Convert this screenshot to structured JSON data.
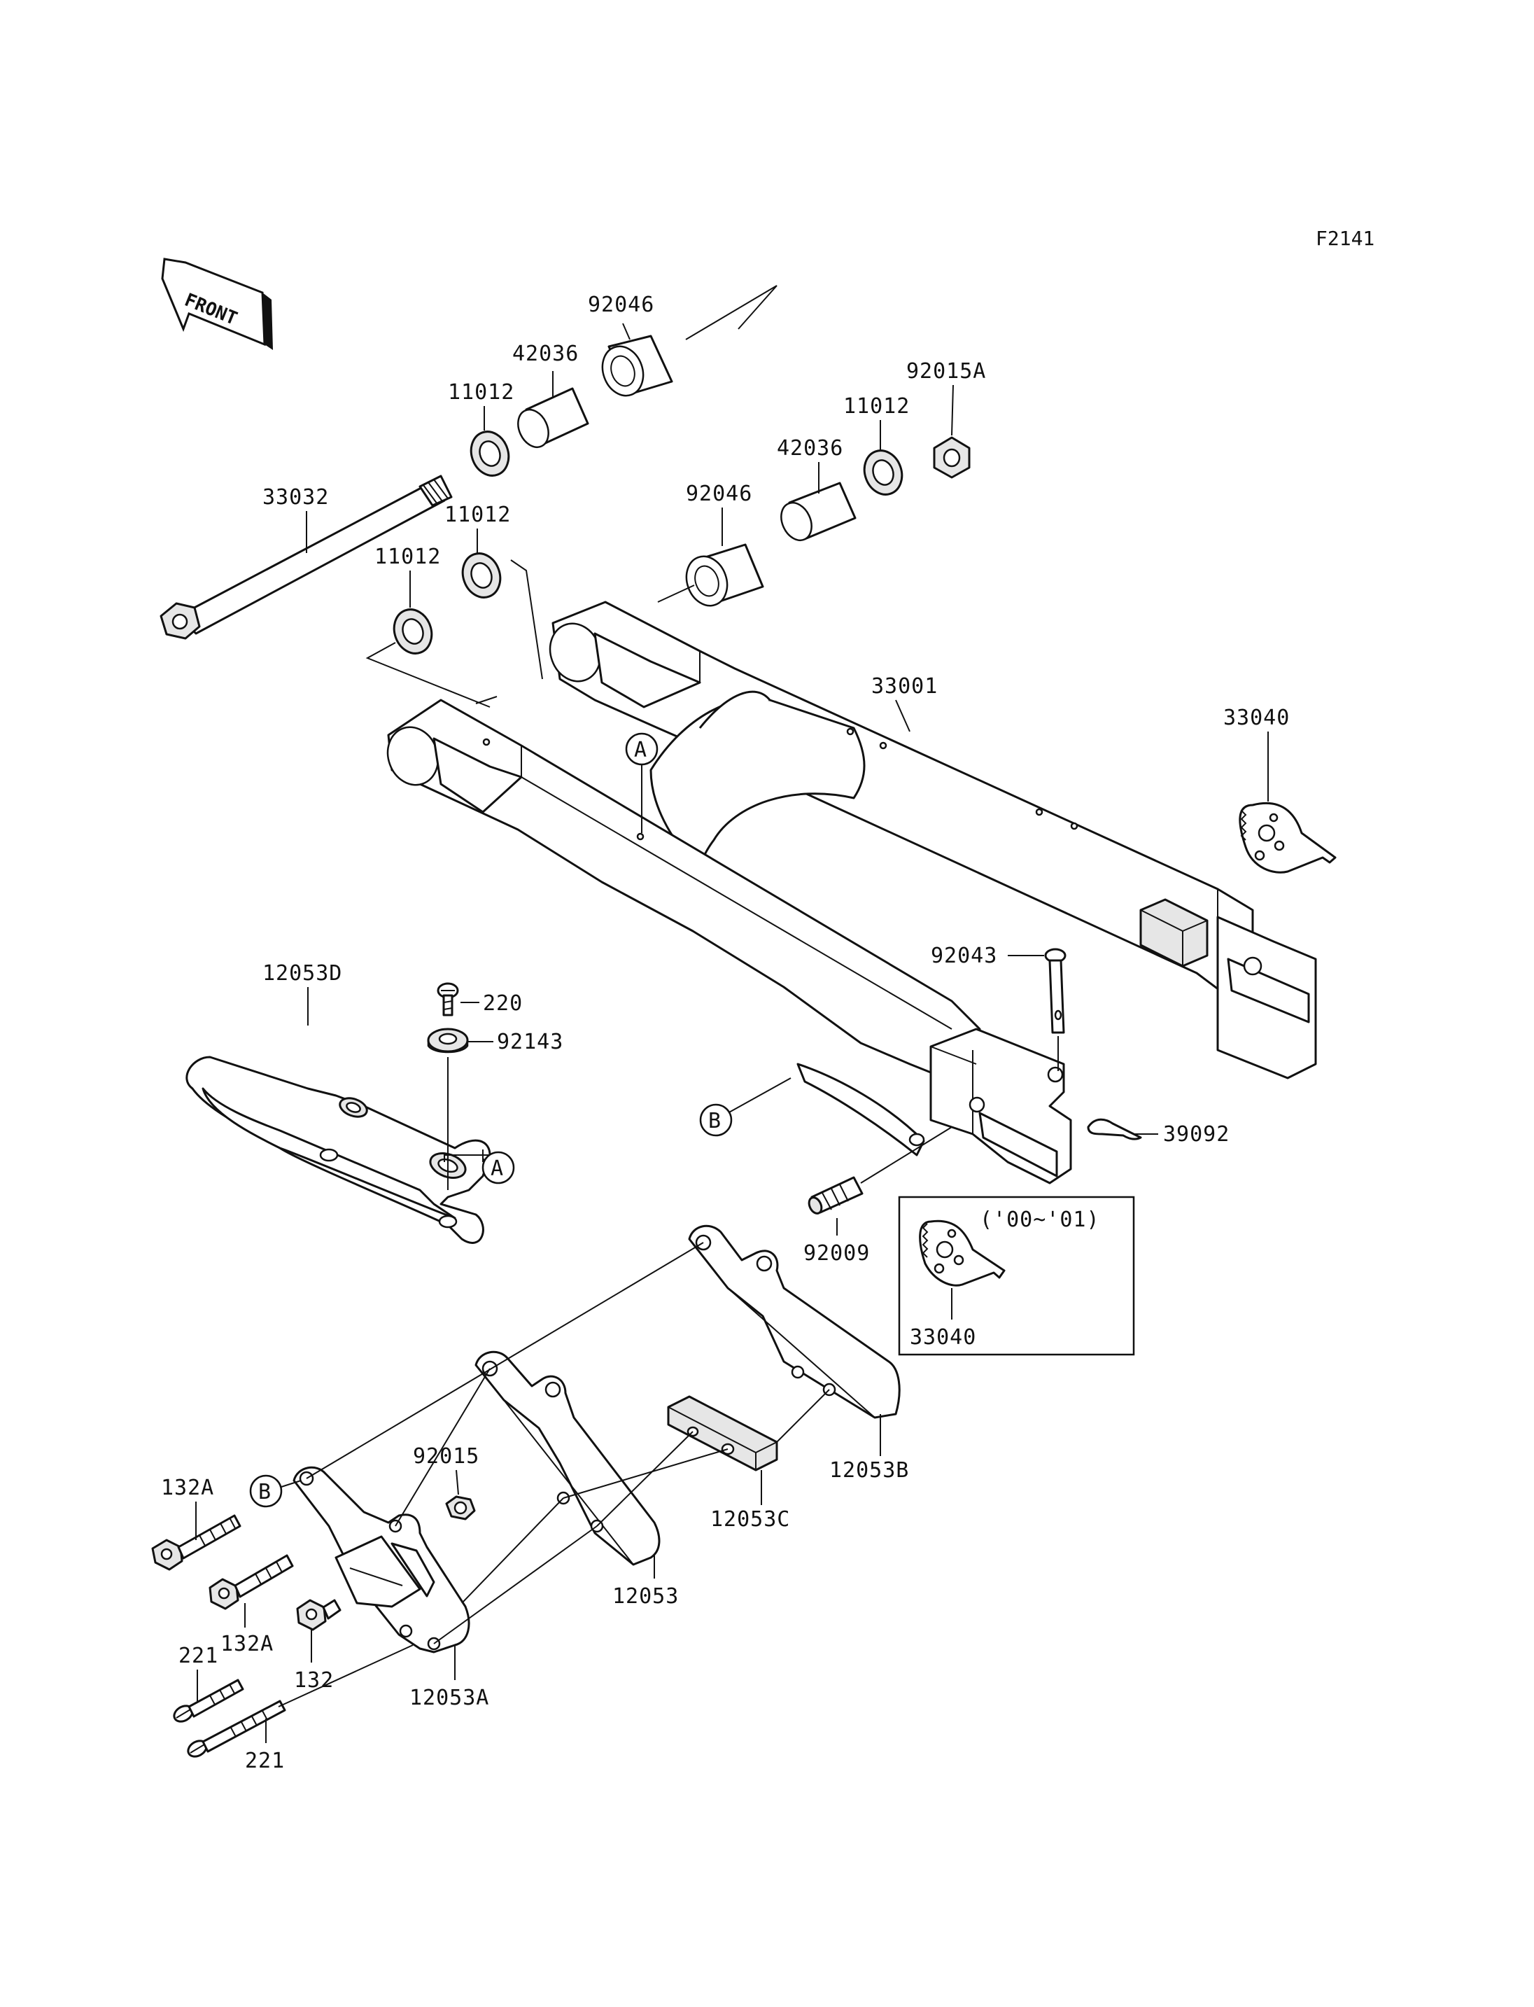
{
  "diagram": {
    "figure_code": "F2141",
    "front_label": "FRONT",
    "callout_a": "A",
    "callout_b": "B",
    "inset_caption": "('00~'01)",
    "labels": {
      "p92046_top": "92046",
      "p42036_top": "42036",
      "p11012_top": "11012",
      "p92015a": "92015A",
      "p11012_right": "11012",
      "p42036_right": "42036",
      "p92046_mid": "92046",
      "p33032": "33032",
      "p11012_mid": "11012",
      "p11012_left": "11012",
      "p33001": "33001",
      "p33040": "33040",
      "p12053d": "12053D",
      "p220": "220",
      "p92143": "92143",
      "p92043": "92043",
      "p39092": "39092",
      "p92009": "92009",
      "p33040_inset": "33040",
      "p12053b": "12053B",
      "p12053c": "12053C",
      "p12053": "12053",
      "p12053a": "12053A",
      "p92015": "92015",
      "p132a_top": "132A",
      "p132a_bottom": "132A",
      "p132": "132",
      "p221_top": "221",
      "p221_bottom": "221"
    }
  }
}
